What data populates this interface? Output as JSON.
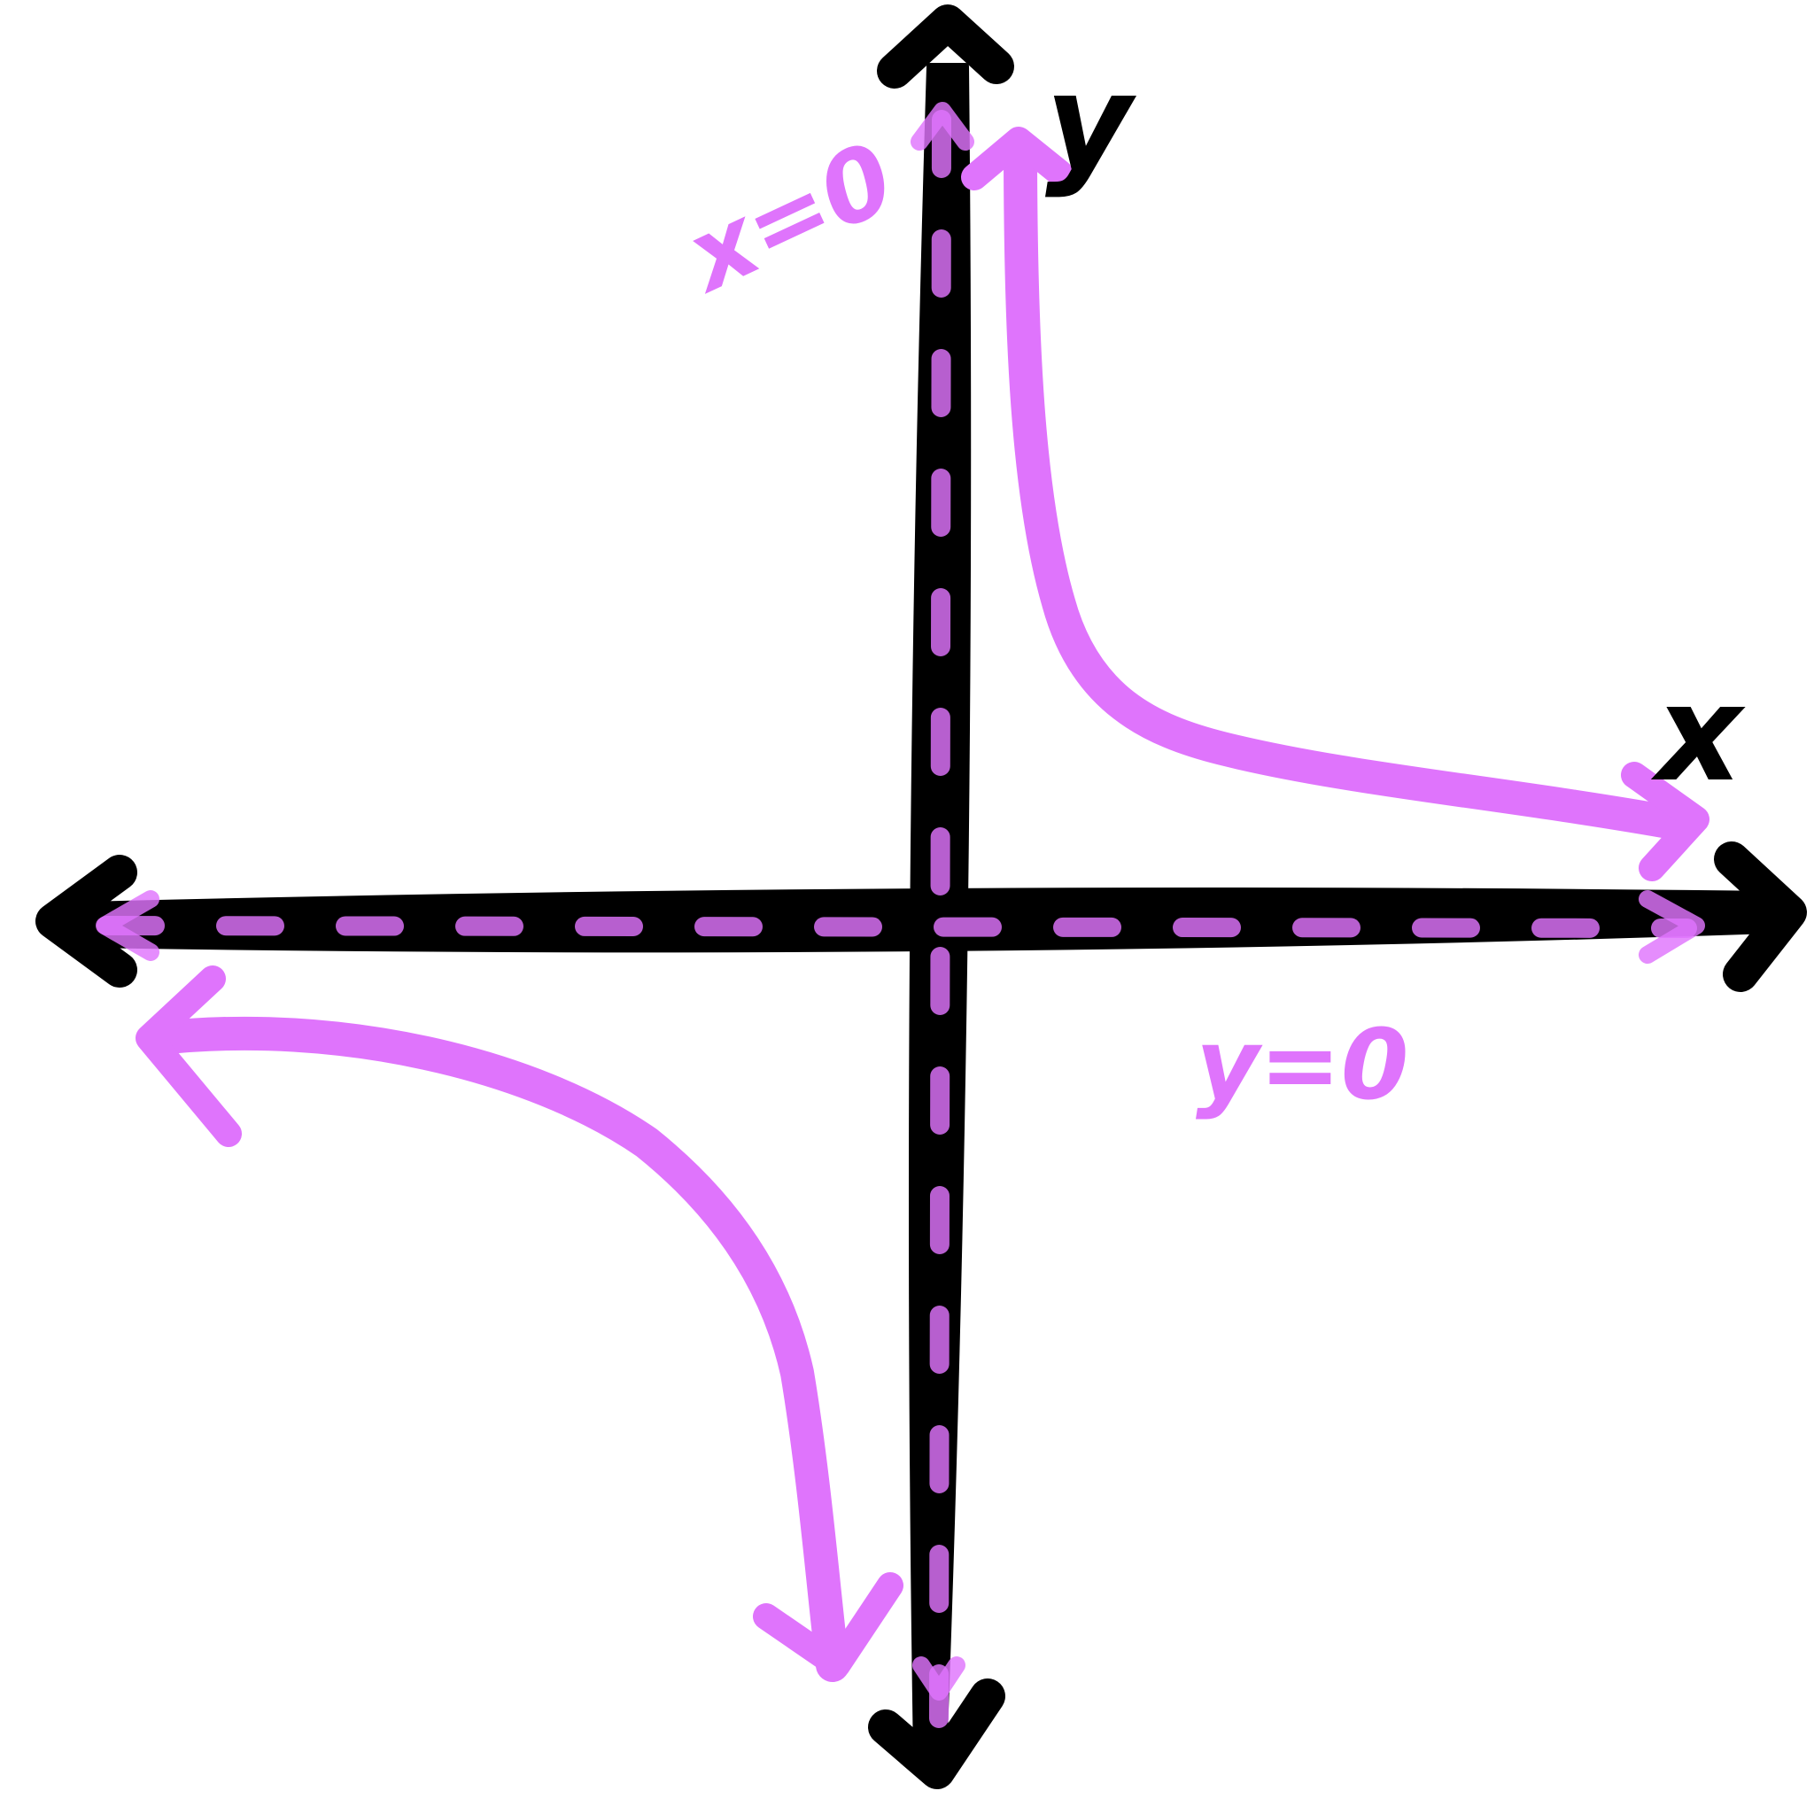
{
  "diagram": {
    "axes": {
      "x_label": "x",
      "y_label": "y"
    },
    "asymptotes": {
      "vertical_label": "x=0",
      "horizontal_label": "y=0"
    },
    "colors": {
      "axis": "#000000",
      "curve": "#df74fc",
      "background": "#ffffff"
    }
  }
}
